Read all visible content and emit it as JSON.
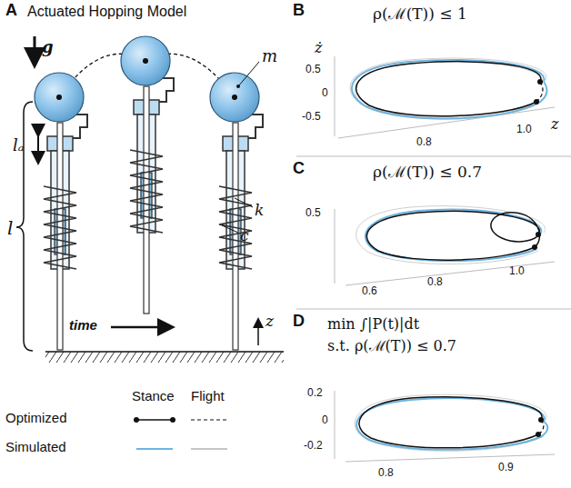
{
  "diagram": {
    "labels": [
      "A",
      "Actuated Hopping Model",
      "g",
      "m",
      "lₐ",
      "k",
      "c",
      "l",
      "time",
      "z",
      "Stance",
      "Flight",
      "B",
      "ρ(ℳ(T)) ≤ 1",
      "ż",
      "z",
      "0.5",
      "0",
      "-0.5",
      "0.8",
      "1.0",
      "C",
      "ρ(ℳ(T)) ≤ 0.7",
      "0.5",
      "0.6",
      "0.8",
      "1.0",
      "D",
      "min ∫|P(t)|dt",
      "s.t. ρ(ℳ(T)) ≤ 0.7",
      "0.2",
      "0",
      "-0.2",
      "0.8",
      "0.9"
    ],
    "legend": [
      {
        "text": "Optimized"
      },
      {
        "text": "Simulated"
      }
    ]
  }
}
